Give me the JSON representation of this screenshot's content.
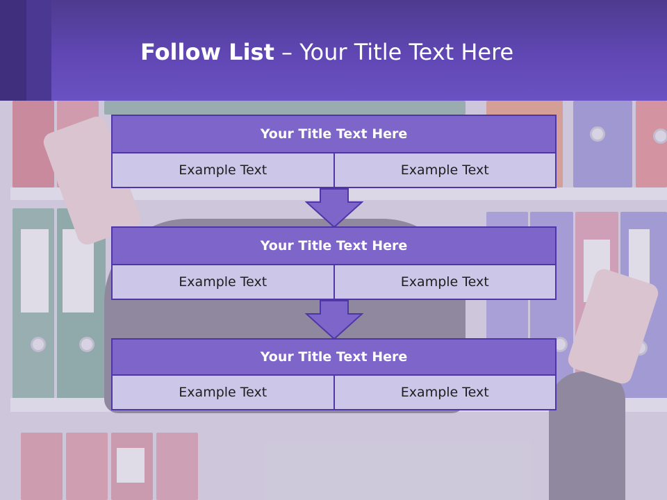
{
  "slide": {
    "title_bold": "Follow List",
    "title_rest": "– Your Title Text Here"
  },
  "blocks": [
    {
      "title": "Your Title Text Here",
      "cells": [
        "Example Text",
        "Example Text"
      ]
    },
    {
      "title": "Your Title Text Here",
      "cells": [
        "Example Text",
        "Example Text"
      ]
    },
    {
      "title": "Your Title Text Here",
      "cells": [
        "Example Text",
        "Example Text"
      ]
    }
  ],
  "colors": {
    "header": "#6047b4",
    "block_title": "#7e65c9",
    "block_cell": "#ccc6e8",
    "border": "#4f36a6"
  }
}
